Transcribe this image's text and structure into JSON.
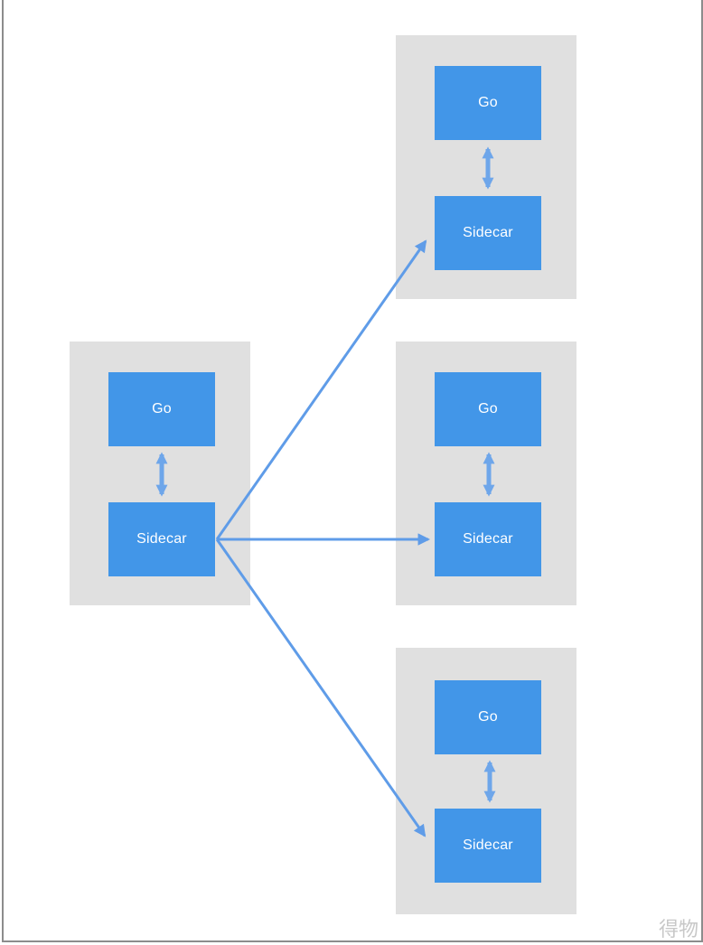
{
  "watermark": "得物",
  "diagram": {
    "pods": [
      {
        "name": "left",
        "boxes": {
          "go": "Go",
          "sidecar": "Sidecar"
        }
      },
      {
        "name": "right-top",
        "boxes": {
          "go": "Go",
          "sidecar": "Sidecar"
        }
      },
      {
        "name": "right-middle",
        "boxes": {
          "go": "Go",
          "sidecar": "Sidecar"
        }
      },
      {
        "name": "right-bottom",
        "boxes": {
          "go": "Go",
          "sidecar": "Sidecar"
        }
      }
    ],
    "arrows": [
      {
        "from": "left.sidecar",
        "to": "right-top.sidecar",
        "style": "one-way"
      },
      {
        "from": "left.sidecar",
        "to": "right-middle.sidecar",
        "style": "one-way"
      },
      {
        "from": "left.sidecar",
        "to": "right-bottom.sidecar",
        "style": "one-way"
      },
      {
        "from": "left.go",
        "to": "left.sidecar",
        "style": "two-way"
      },
      {
        "from": "right-top.go",
        "to": "right-top.sidecar",
        "style": "two-way"
      },
      {
        "from": "right-middle.go",
        "to": "right-middle.sidecar",
        "style": "two-way"
      },
      {
        "from": "right-bottom.go",
        "to": "right-bottom.sidecar",
        "style": "two-way"
      }
    ],
    "colors": {
      "box_blue": "#4296e8",
      "pod_gray": "#e0e0e0",
      "arrow_blue": "#5f9ce8",
      "double_arrow_blue": "#6ea6ea",
      "box_text": "#ffffff",
      "frame_gray": "#8c8c8c",
      "watermark_gray": "#c8c8c8"
    }
  }
}
